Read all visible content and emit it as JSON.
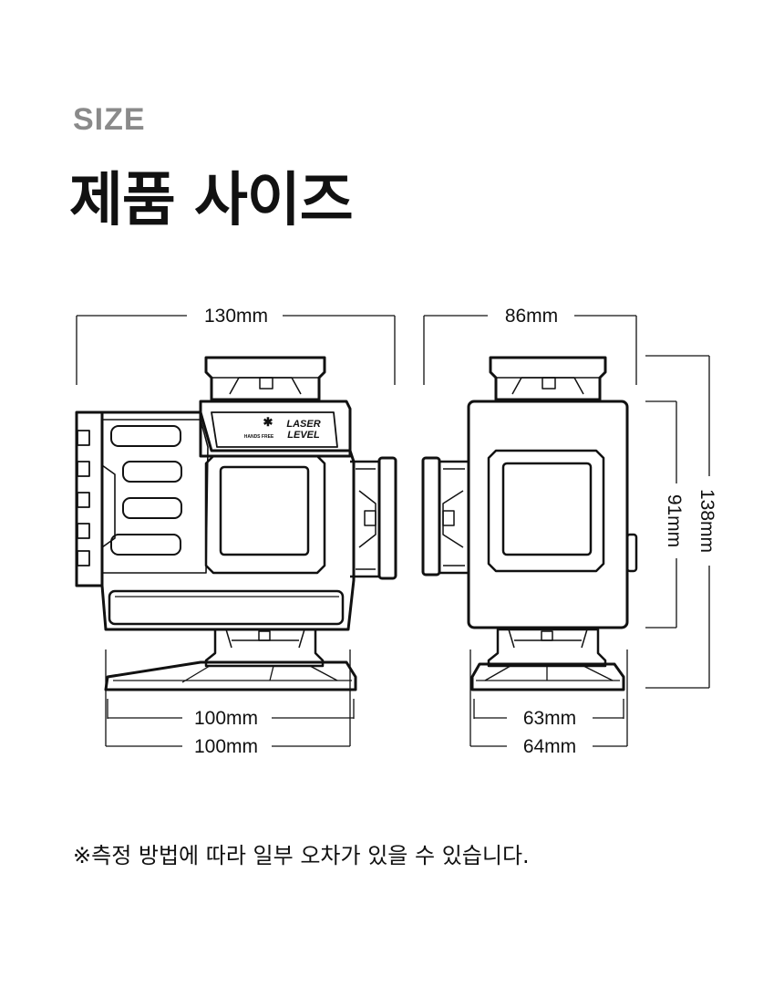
{
  "header": {
    "eyebrow": "SIZE",
    "title": "제품 사이즈"
  },
  "front_view": {
    "width_label": "130mm",
    "base_label_1": "100mm",
    "base_label_2": "100mm",
    "brand_text_1": "LASER",
    "brand_text_2": "LEVEL",
    "mark_text": "HANDS FREE"
  },
  "side_view": {
    "width_label": "86mm",
    "body_height_label": "91mm",
    "total_height_label": "138mm",
    "base_label_1": "63mm",
    "base_label_2": "64mm"
  },
  "footer": {
    "note": "※측정 방법에 따라 일부 오차가 있을 수 있습니다."
  },
  "colors": {
    "line": "#111111",
    "eyebrow": "#8a8a8a"
  }
}
